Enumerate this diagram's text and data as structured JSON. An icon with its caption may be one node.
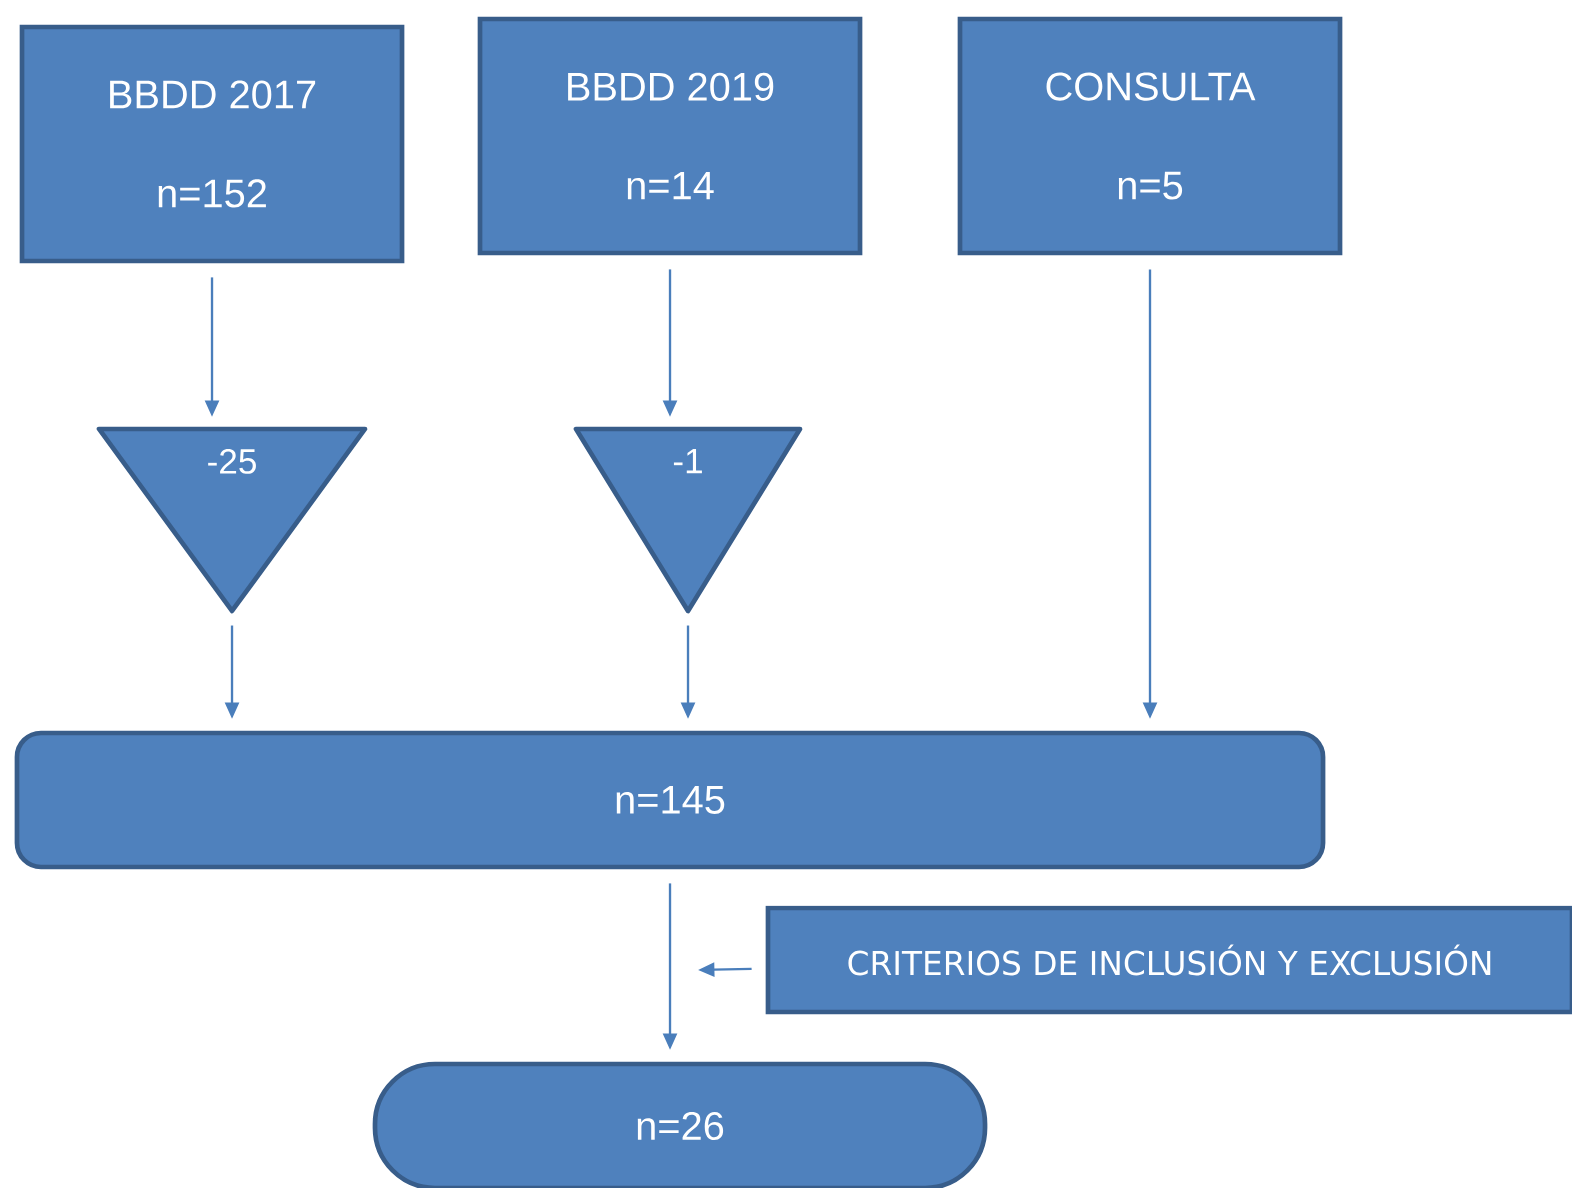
{
  "diagram": {
    "nodes": [
      {
        "text": [
          "BBDD 2017",
          "n=152"
        ]
      },
      {
        "text": [
          "BBDD 2019",
          "n=14"
        ]
      },
      {
        "text": [
          "CONSULTA",
          "n=5"
        ]
      },
      {
        "text": [
          "-25"
        ]
      },
      {
        "text": [
          "-1"
        ]
      },
      {
        "text": [
          "n=145"
        ]
      },
      {
        "text": [
          "CRITERIOS DE INCLUSIÓN Y EXCLUSIÓN"
        ]
      },
      {
        "text": [
          "n=26"
        ]
      }
    ],
    "edges": [
      {
        "from": 0,
        "to": 3,
        "arrow": "to"
      },
      {
        "from": 1,
        "to": 4,
        "arrow": "to"
      },
      {
        "from": 3,
        "to": 5,
        "arrow": "to"
      },
      {
        "from": 4,
        "to": 5,
        "arrow": "to"
      },
      {
        "from": 2,
        "to": 5,
        "arrow": "to"
      },
      {
        "from": 5,
        "to": 7,
        "arrow": "to"
      },
      {
        "from": 6,
        "to": null,
        "arrow": "to"
      }
    ]
  }
}
